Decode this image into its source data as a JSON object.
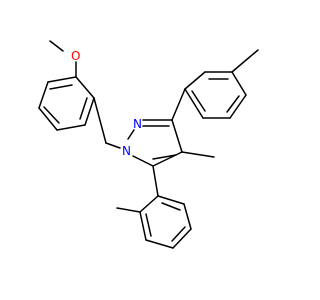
{
  "molecule": {
    "atom_labels": {
      "oxygen": "O",
      "n1": "N",
      "n2": "N"
    },
    "colors": {
      "bond": "#000000",
      "oxygen": "#ff0000",
      "nitrogen": "#0000ff",
      "background": "#ffffff"
    }
  }
}
